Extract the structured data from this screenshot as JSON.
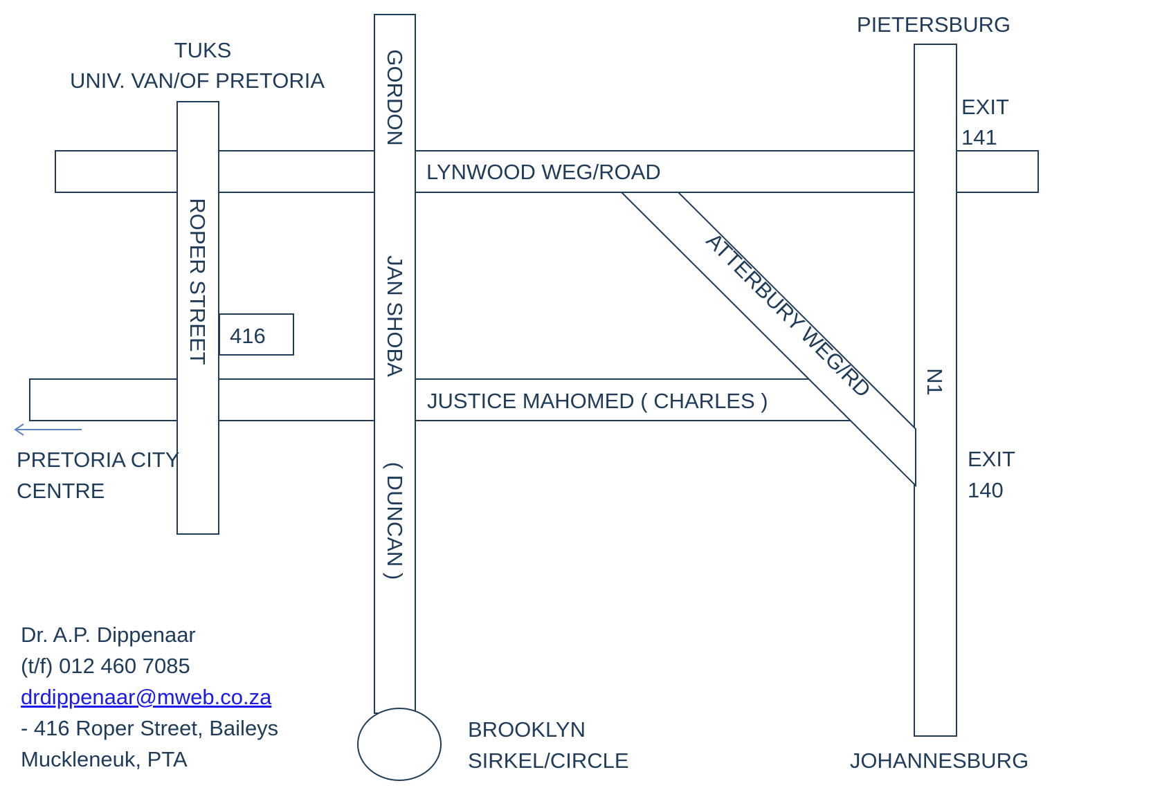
{
  "places": {
    "tuks_line1": "TUKS",
    "tuks_line2": "UNIV. VAN/OF PRETORIA",
    "pietersburg": "PIETERSBURG",
    "johannesburg": "JOHANNESBURG",
    "city_line1": "PRETORIA CITY",
    "city_line2": "CENTRE",
    "brooklyn_line1": "BROOKLYN",
    "brooklyn_line2": "SIRKEL/CIRCLE"
  },
  "roads": {
    "gordon": "GORDON",
    "lynwood": "LYNWOOD WEG/ROAD",
    "roper": "ROPER STREET",
    "jan_shoba": "JAN SHOBA",
    "duncan": "( DUNCAN )",
    "atterbury": "ATTERBURY WEG/RD",
    "justice": "JUSTICE MAHOMED ( CHARLES )",
    "n1": "N1"
  },
  "exits": {
    "exit141_line1": "EXIT",
    "exit141_line2": "141",
    "exit140_line1": "EXIT",
    "exit140_line2": "140"
  },
  "marker": {
    "number": "416"
  },
  "contact": {
    "name": "Dr. A.P. Dippenaar",
    "phone": "(t/f) 012 460 7085",
    "email": "drdippenaar@mweb.co.za",
    "address_line1": "- 416 Roper Street, Baileys",
    "address_line2": "Muckleneuk, PTA"
  },
  "colors": {
    "ink": "#1f3b5a",
    "link": "#1a1aee"
  }
}
